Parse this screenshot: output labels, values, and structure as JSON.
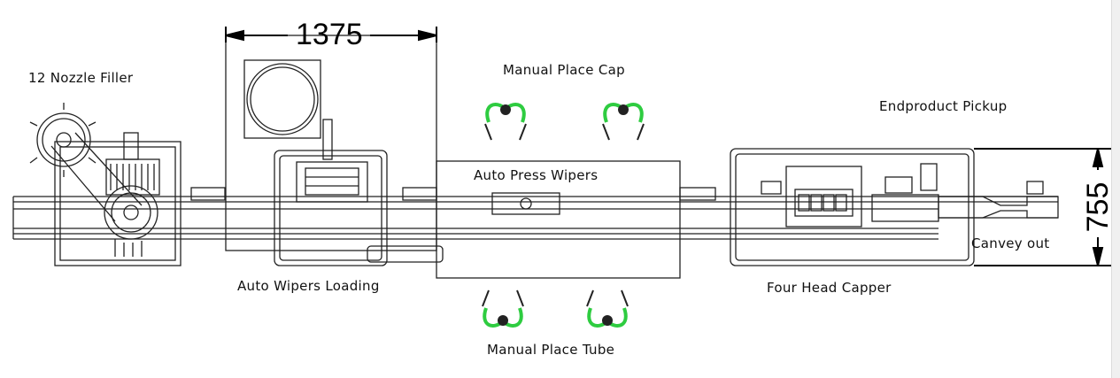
{
  "labels": {
    "filler": "12 Nozzle Filler",
    "wipers_loading": "Auto Wipers Loading",
    "place_cap": "Manual Place Cap",
    "press_wipers": "Auto Press Wipers",
    "place_tube": "Manual Place Tube",
    "pickup": "Endproduct Pickup",
    "capper": "Four Head Capper",
    "convey_out": "Canvey out"
  },
  "dimensions": {
    "width_mm": "1375",
    "height_mm": "755"
  },
  "colors": {
    "line": "#222222",
    "gripper": "#2ecc40",
    "background": "#ffffff"
  }
}
